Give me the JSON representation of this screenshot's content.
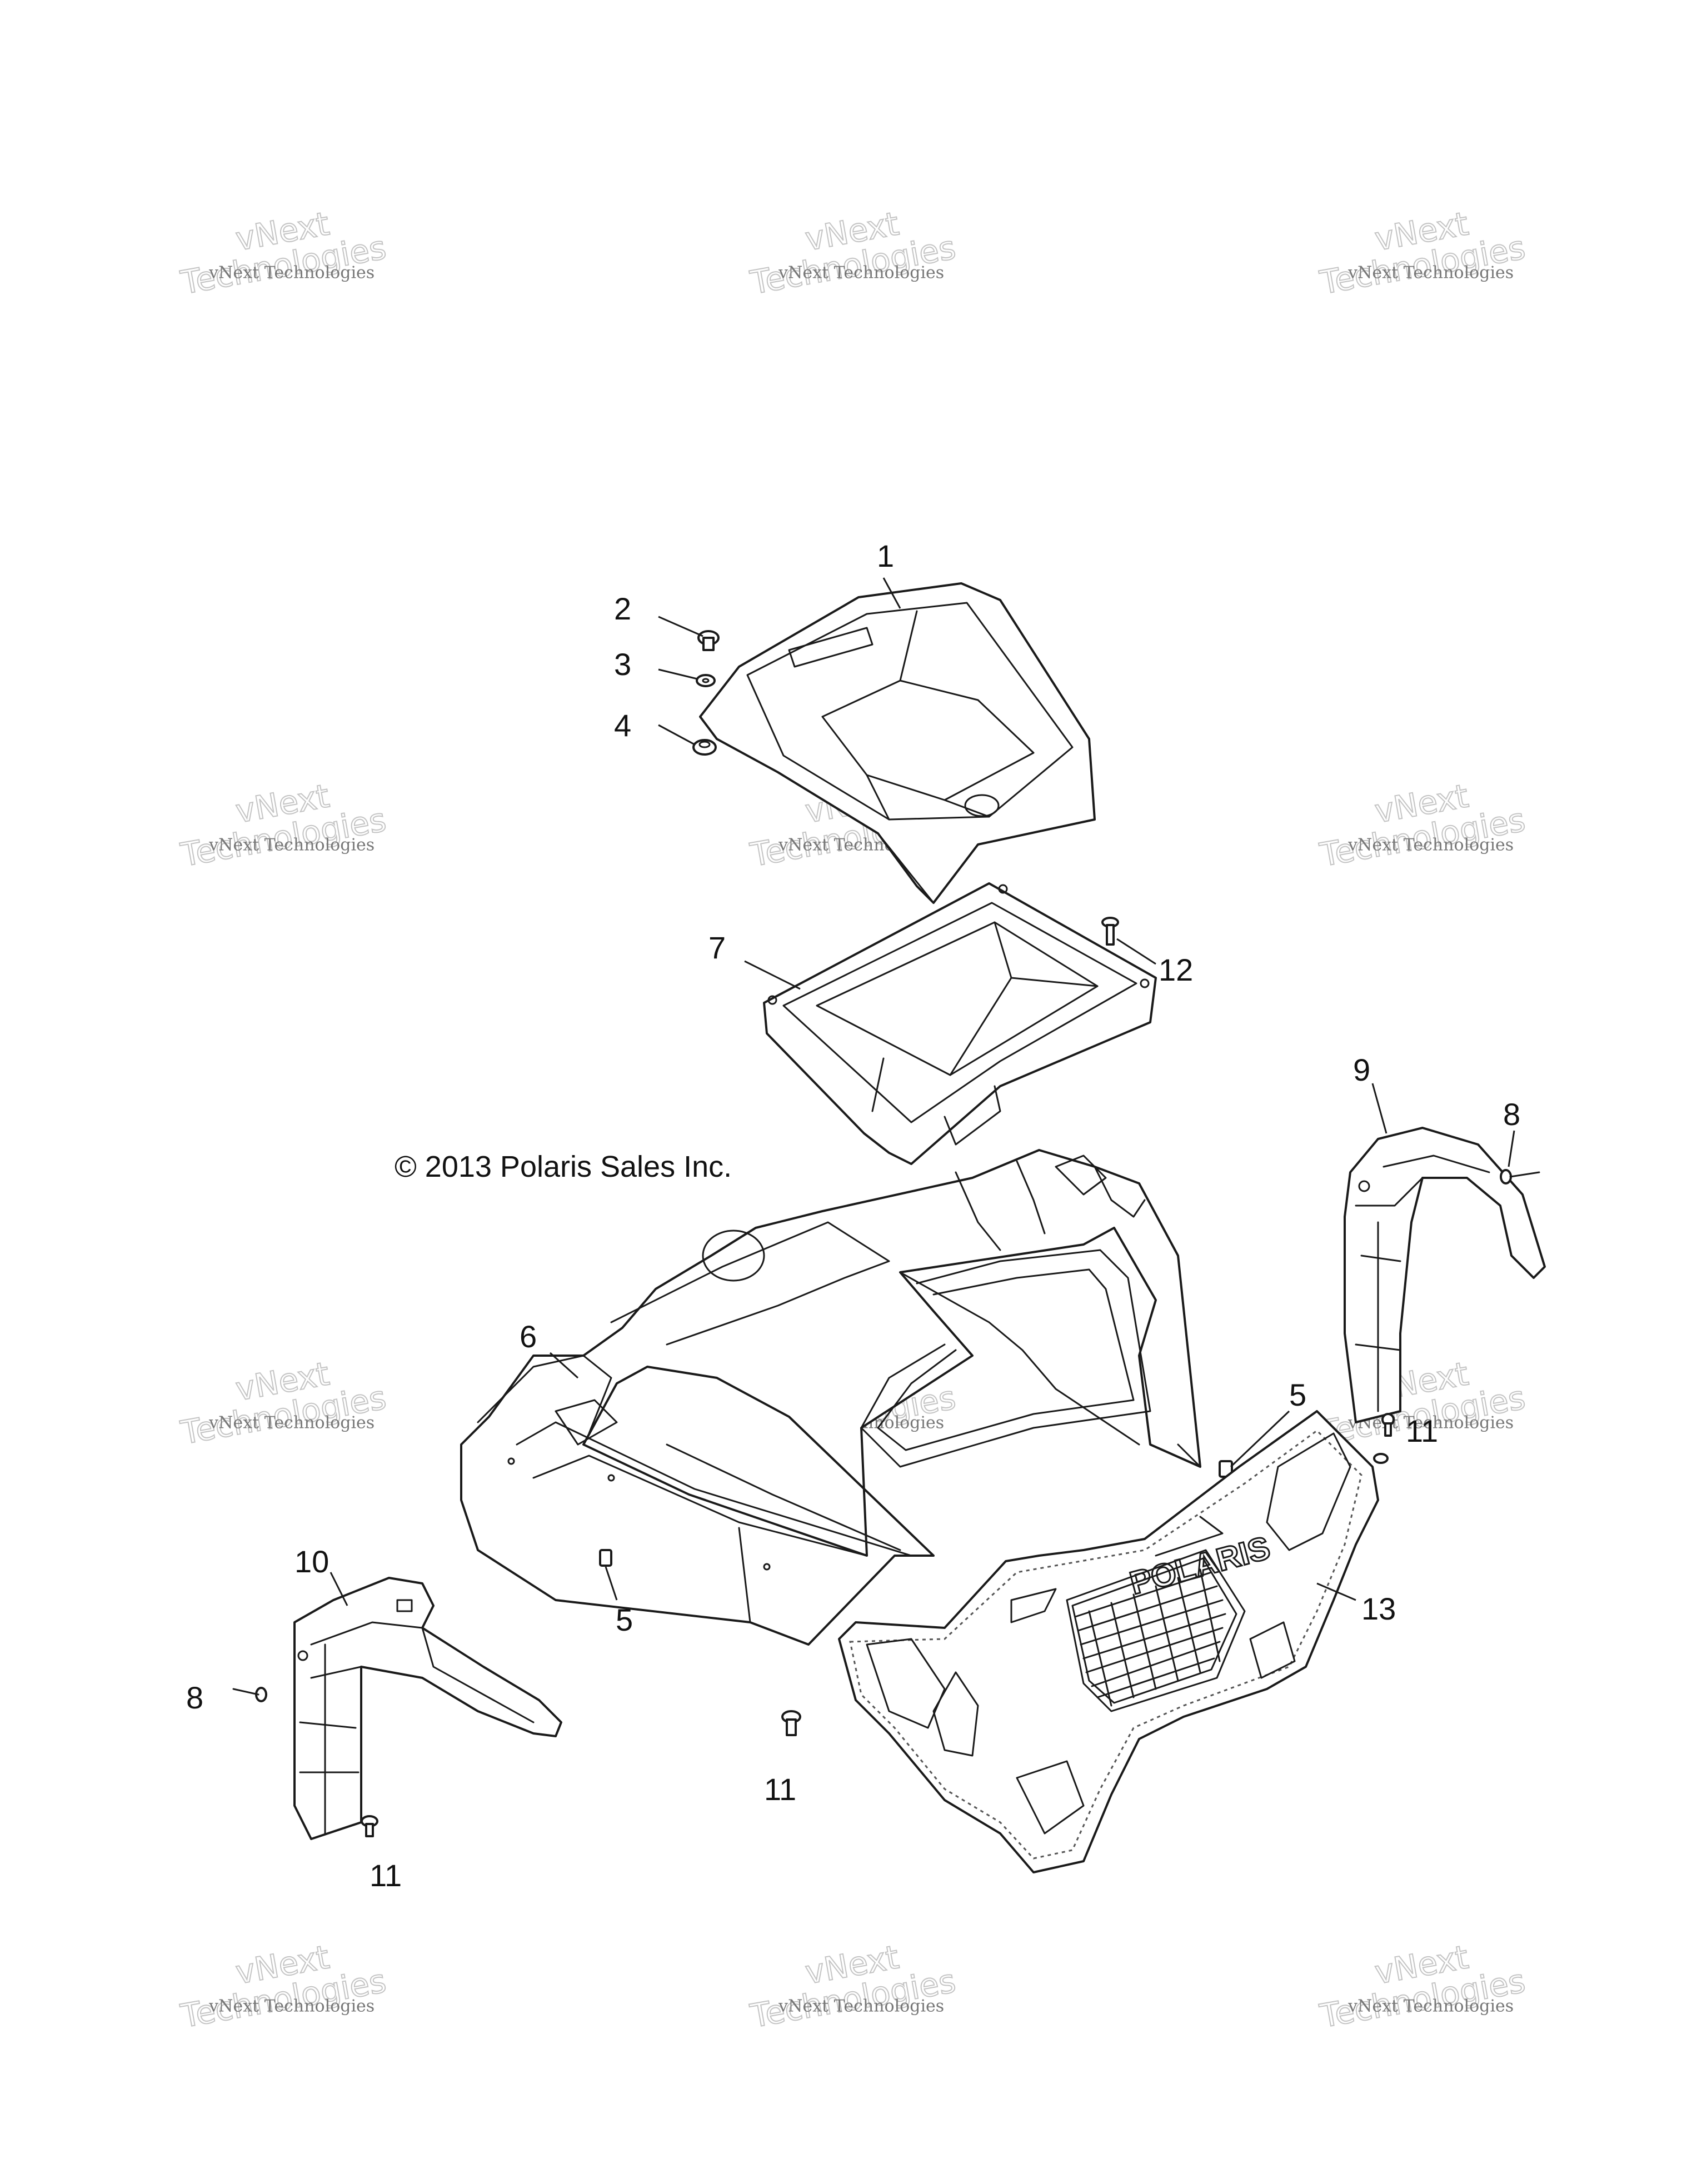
{
  "copyright": "© 2013 Polaris Sales Inc.",
  "watermark": {
    "line1": "vNext Technologies",
    "line2": "vNext",
    "line3": "Technologies"
  },
  "grille_brand": "POLARIS",
  "callouts": {
    "c1": "1",
    "c2": "2",
    "c3": "3",
    "c4": "4",
    "c5a": "5",
    "c5b": "5",
    "c6": "6",
    "c7": "7",
    "c8a": "8",
    "c8b": "8",
    "c9": "9",
    "c10": "10",
    "c11a": "11",
    "c11b": "11",
    "c11c": "11",
    "c12": "12",
    "c13": "13"
  }
}
